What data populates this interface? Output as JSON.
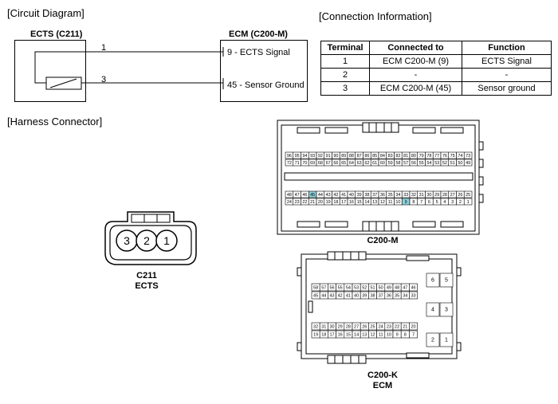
{
  "circuit": {
    "title": "[Circuit Diagram]",
    "ects_label": "ECTS (C211)",
    "ecm_label": "ECM (C200-M)",
    "pin1": "1",
    "pin3": "3",
    "ecm_pin9": "9 - ECTS Signal",
    "ecm_pin45": "45 - Sensor Ground"
  },
  "connection": {
    "title": "[Connection Information]",
    "headers": [
      "Terminal",
      "Connected to",
      "Function"
    ],
    "rows": [
      [
        "1",
        "ECM C200-M (9)",
        "ECTS Signal"
      ],
      [
        "2",
        "-",
        "-"
      ],
      [
        "3",
        "ECM C200-M (45)",
        "Sensor ground"
      ]
    ]
  },
  "harness": {
    "title": "[Harness Connector]",
    "c211_pins": [
      "3",
      "2",
      "1"
    ],
    "c211_label": "C211",
    "c211_sub": "ECTS",
    "c200m_label": "C200-M",
    "c200k_label": "C200-K",
    "c200k_sub": "ECM",
    "c200m_rows": [
      [
        "96",
        "95",
        "94",
        "93",
        "92",
        "91",
        "90",
        "89",
        "88",
        "87",
        "86",
        "85",
        "84",
        "83",
        "82",
        "81",
        "80",
        "79",
        "78",
        "77",
        "76",
        "75",
        "74",
        "73"
      ],
      [
        "72",
        "71",
        "70",
        "69",
        "68",
        "67",
        "66",
        "65",
        "64",
        "63",
        "62",
        "61",
        "60",
        "59",
        "58",
        "57",
        "56",
        "55",
        "54",
        "53",
        "52",
        "51",
        "50",
        "49"
      ],
      [
        "48",
        "47",
        "46",
        "45",
        "44",
        "43",
        "42",
        "41",
        "40",
        "39",
        "38",
        "37",
        "36",
        "35",
        "34",
        "33",
        "32",
        "31",
        "30",
        "29",
        "28",
        "27",
        "26",
        "25"
      ],
      [
        "24",
        "23",
        "22",
        "21",
        "20",
        "19",
        "18",
        "17",
        "16",
        "15",
        "14",
        "13",
        "12",
        "11",
        "10",
        "9",
        "8",
        "7",
        "6",
        "5",
        "4",
        "3",
        "2",
        "1"
      ]
    ],
    "c200k_rows": [
      [
        "58",
        "57",
        "56",
        "55",
        "54",
        "53",
        "52",
        "51",
        "50",
        "49",
        "48",
        "47",
        "46"
      ],
      [
        "45",
        "44",
        "43",
        "42",
        "41",
        "40",
        "39",
        "38",
        "37",
        "36",
        "35",
        "34",
        "33"
      ],
      [
        "32",
        "31",
        "30",
        "29",
        "28",
        "27",
        "26",
        "25",
        "24",
        "23",
        "22",
        "21",
        "20"
      ],
      [
        "19",
        "18",
        "17",
        "16",
        "15",
        "14",
        "13",
        "12",
        "11",
        "10",
        "9",
        "8",
        "7"
      ]
    ],
    "c200k_right": [
      [
        "6",
        "5"
      ],
      [
        "4",
        "3"
      ],
      [
        "2",
        "1"
      ]
    ],
    "highlight_color": "#8fd3dc"
  }
}
